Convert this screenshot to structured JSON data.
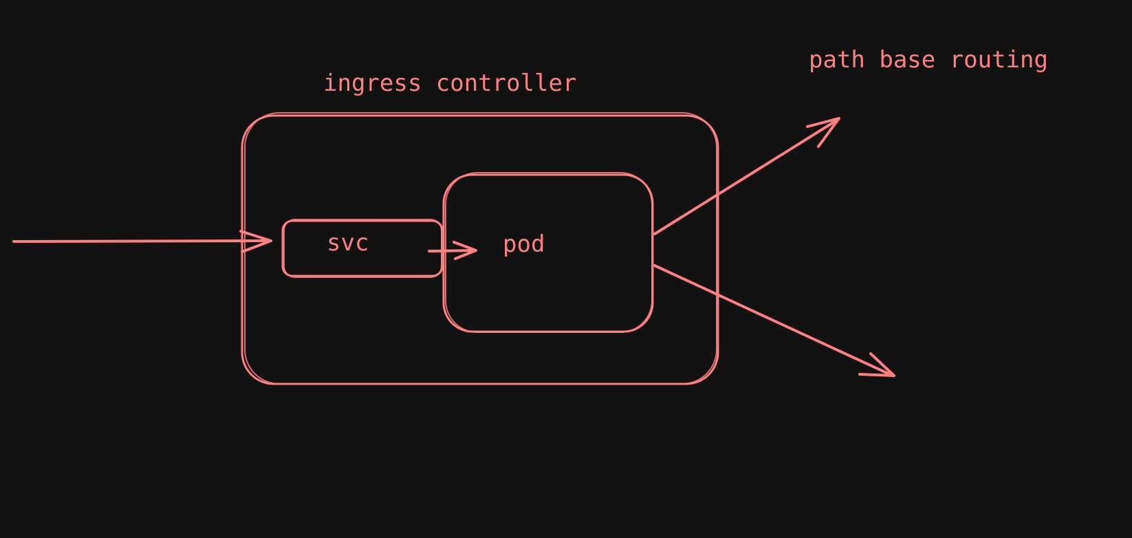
{
  "diagram": {
    "labels": {
      "ingress_controller": "ingress controller",
      "svc": "svc",
      "pod": "pod",
      "path_base_routing": "path base routing"
    },
    "colors": {
      "background": "#121212",
      "stroke": "#ff8080"
    }
  }
}
